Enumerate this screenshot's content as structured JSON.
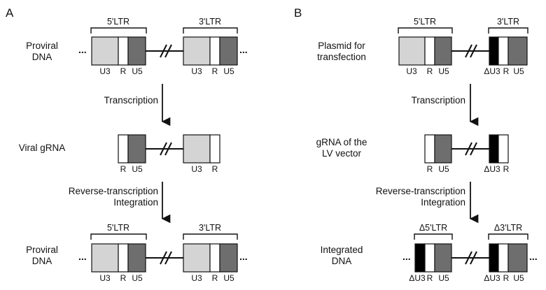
{
  "panels": [
    {
      "letter": "A",
      "rows": [
        {
          "label_lines": [
            "Proviral",
            "DNA"
          ],
          "brackets": [
            "5'LTR",
            "3'LTR"
          ],
          "left_segments": [
            "U3",
            "R",
            "U5"
          ],
          "right_segments": [
            "U3",
            "R",
            "U5"
          ]
        },
        {
          "label_lines": [
            "Viral gRNA"
          ],
          "left_segments": [
            "R",
            "U5"
          ],
          "right_segments": [
            "U3",
            "R"
          ]
        },
        {
          "label_lines": [
            "Proviral",
            "DNA"
          ],
          "brackets": [
            "5'LTR",
            "3'LTR"
          ],
          "left_segments": [
            "U3",
            "R",
            "U5"
          ],
          "right_segments": [
            "U3",
            "R",
            "U5"
          ]
        }
      ],
      "arrows": [
        {
          "lines": [
            "Transcription"
          ]
        },
        {
          "lines": [
            "Reverse-transcription",
            "Integration"
          ]
        }
      ]
    },
    {
      "letter": "B",
      "rows": [
        {
          "label_lines": [
            "Plasmid for",
            "transfection"
          ],
          "brackets": [
            "5'LTR",
            "3'LTR"
          ],
          "left_segments": [
            "U3",
            "R",
            "U5"
          ],
          "right_segments": [
            "ΔU3",
            "R",
            "U5"
          ]
        },
        {
          "label_lines": [
            "gRNA of the",
            "LV vector"
          ],
          "left_segments": [
            "R",
            "U5"
          ],
          "right_segments": [
            "ΔU3",
            "R"
          ]
        },
        {
          "label_lines": [
            "Integrated",
            "DNA"
          ],
          "brackets": [
            "Δ5'LTR",
            "Δ3'LTR"
          ],
          "left_segments": [
            "ΔU3",
            "R",
            "U5"
          ],
          "right_segments": [
            "ΔU3",
            "R",
            "U5"
          ]
        }
      ],
      "arrows": [
        {
          "lines": [
            "Transcription"
          ]
        },
        {
          "lines": [
            "Reverse-transcription",
            "Integration"
          ]
        }
      ]
    }
  ],
  "colors": {
    "U3": "#d4d4d4",
    "R": "#ffffff",
    "U5": "#6e6e6e",
    "dU3": "#000000",
    "stroke": "#111111"
  },
  "continuation_mark": "...",
  "break_mark": "//"
}
